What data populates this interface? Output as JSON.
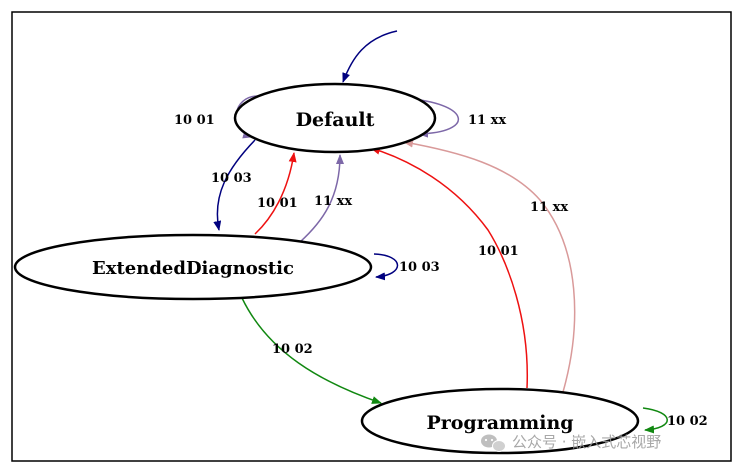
{
  "nodes": {
    "default": "Default",
    "extended": "ExtendedDiagnostic",
    "programming": "Programming"
  },
  "edges": {
    "default_self_1001": "10 01",
    "default_self_11xx": "11 xx",
    "default_to_ext": "10 03",
    "ext_to_default_1001": "10 01",
    "ext_to_default_11xx": "11 xx",
    "ext_self_1003": "10 03",
    "ext_to_prog": "10 02",
    "prog_to_default_1001": "10 01",
    "prog_to_default_11xx": "11 xx",
    "prog_self_1002": "10 02"
  },
  "colors": {
    "navy": "#00007f",
    "purple": "#7d68a8",
    "red": "#ee1111",
    "pink": "#d99a9a",
    "green": "#118811"
  },
  "watermark": {
    "icon": "wechat-icon",
    "text": "公众号 · 嵌入式芯视野"
  }
}
